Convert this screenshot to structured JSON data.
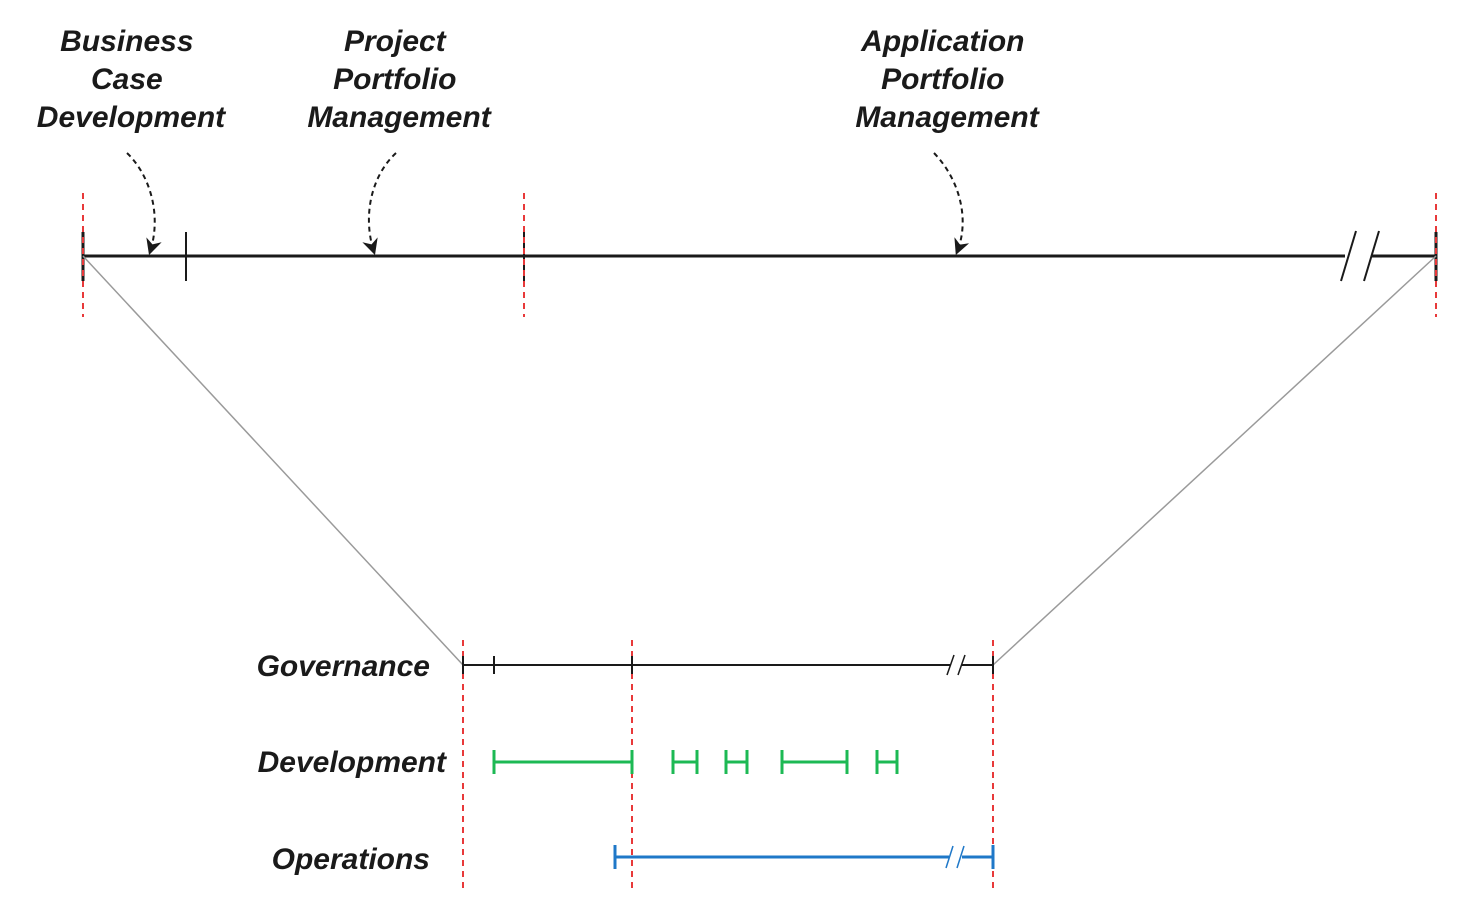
{
  "top_labels": {
    "business_case": [
      "Business",
      "Case",
      "Development"
    ],
    "project_portfolio": [
      "Project",
      "Portfolio",
      "Management"
    ],
    "application_portfolio": [
      "Application",
      "Portfolio",
      "Management"
    ]
  },
  "rows": {
    "governance": "Governance",
    "development": "Development",
    "operations": "Operations"
  },
  "colors": {
    "line": "#1a1a1a",
    "development": "#1db954",
    "operations": "#1f78c8",
    "guide": "#e8393a",
    "connector": "#9a9a9a"
  }
}
